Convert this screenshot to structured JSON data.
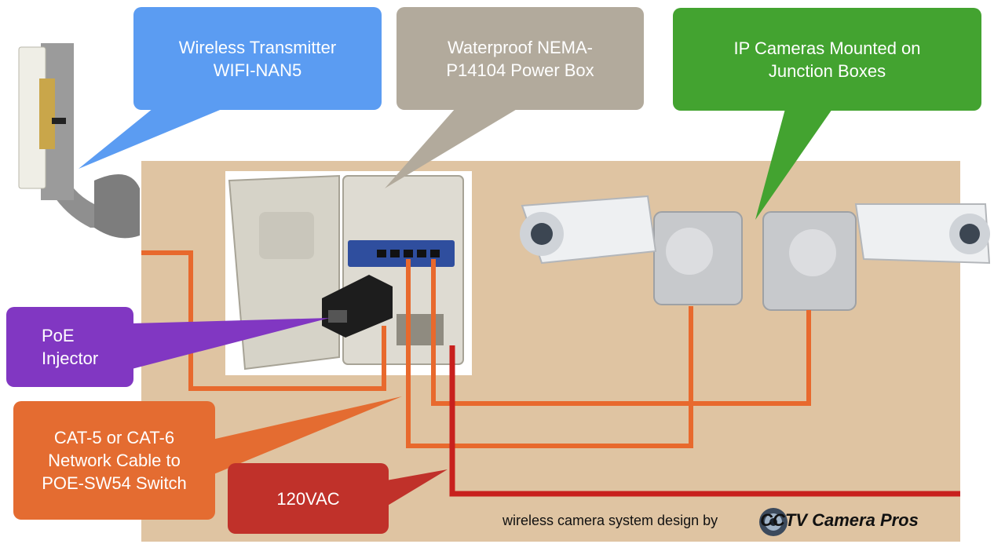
{
  "callouts": {
    "wireless": [
      "Wireless Transmitter",
      "WIFI-NAN5"
    ],
    "power_box": [
      "Waterproof NEMA-",
      "P14104 Power Box"
    ],
    "cameras": [
      "IP Cameras Mounted on",
      "Junction Boxes"
    ],
    "poe": [
      "PoE",
      "Injector"
    ],
    "cable": [
      "CAT-5 or CAT-6",
      "Network Cable to",
      "POE-SW54 Switch"
    ],
    "power": [
      "120VAC"
    ]
  },
  "credit": {
    "text": "wireless camera system design by",
    "brand": "CCTV Camera Pros"
  },
  "colors": {
    "board": "#dfc4a2",
    "network_cable": "#e8692d",
    "power_cable": "#c8201d",
    "wireless_callout": "#5b9cf2",
    "power_box_callout": "#b2aa9c",
    "camera_callout": "#43a330",
    "poe_callout": "#8137c2",
    "cable_callout": "#e46c31",
    "power_callout": "#c0312a",
    "switch": "#2f4e9e"
  }
}
